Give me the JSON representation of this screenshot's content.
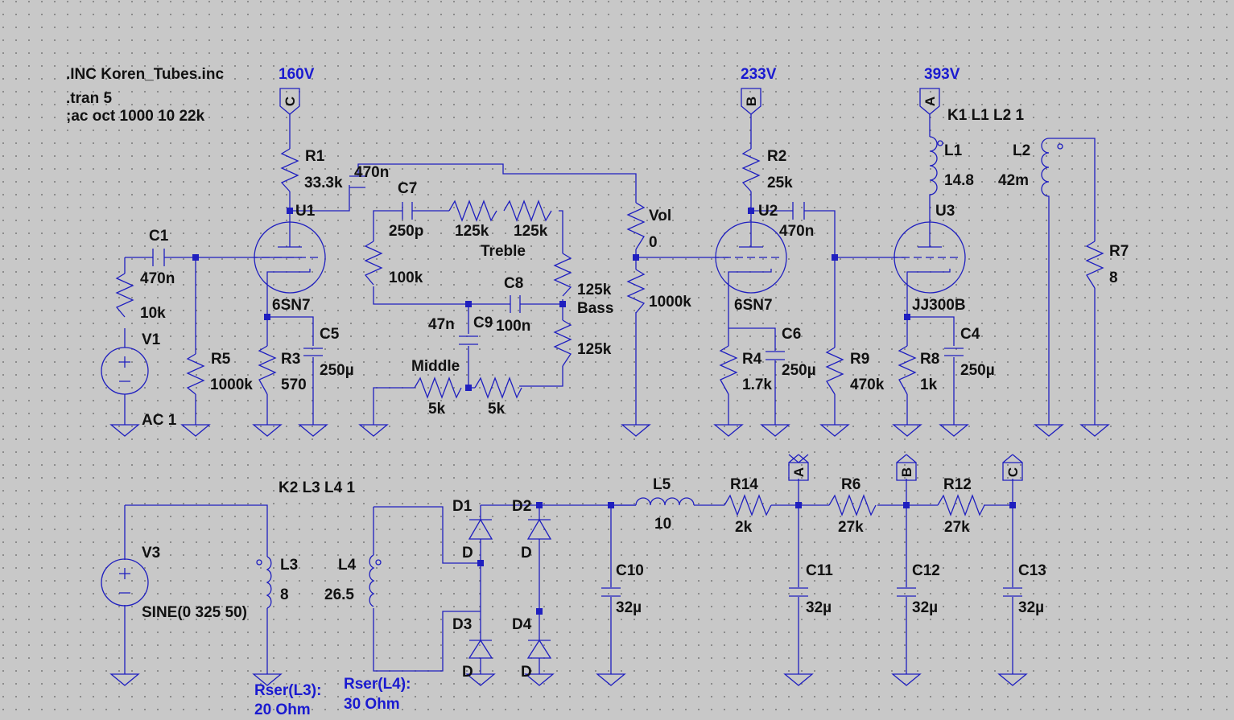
{
  "directives": {
    "inc": ".INC Koren_Tubes.inc",
    "tran": ".tran 5",
    "ac": ";ac oct 1000 10 22k",
    "k1": "K1 L1 L2 1",
    "k2": "K2 L3 L4 1"
  },
  "node_voltages": {
    "c": "160V",
    "b": "233V",
    "a": "393V"
  },
  "net_flags": {
    "a": "A",
    "b": "B",
    "c": "C"
  },
  "components": {
    "r1": {
      "name": "R1",
      "value": "33.3k"
    },
    "r2": {
      "name": "R2",
      "value": "25k"
    },
    "r3": {
      "name": "R3",
      "value": "570"
    },
    "r4": {
      "name": "R4",
      "value": "1.7k"
    },
    "r5": {
      "name": "R5",
      "value": "1000k"
    },
    "r6": {
      "name": "R6",
      "value": "27k"
    },
    "r7": {
      "name": "R7",
      "value": "8"
    },
    "r8": {
      "name": "R8",
      "value": "1k"
    },
    "r9": {
      "name": "R9",
      "value": "470k"
    },
    "r12": {
      "name": "R12",
      "value": "27k"
    },
    "r14": {
      "name": "R14",
      "value": "2k"
    },
    "rin": {
      "value": "10k"
    },
    "c1": {
      "name": "C1",
      "value": "470n"
    },
    "c2": {
      "value": "470n"
    },
    "c3": {
      "value": "470n"
    },
    "c4": {
      "name": "C4",
      "value": "250µ"
    },
    "c5": {
      "name": "C5",
      "value": "250µ"
    },
    "c6": {
      "name": "C6",
      "value": "250µ"
    },
    "c7": {
      "name": "C7",
      "value": "250p"
    },
    "c8": {
      "name": "C8",
      "value": "100n"
    },
    "c9": {
      "name": "C9",
      "value": "47n"
    },
    "c10": {
      "name": "C10",
      "value": "32µ"
    },
    "c11": {
      "name": "C11",
      "value": "32µ"
    },
    "c12": {
      "name": "C12",
      "value": "32µ"
    },
    "c13": {
      "name": "C13",
      "value": "32µ"
    },
    "l1": {
      "name": "L1",
      "value": "14.8"
    },
    "l2": {
      "name": "L2",
      "value": "42m"
    },
    "l3": {
      "name": "L3",
      "value": "8"
    },
    "l4": {
      "name": "L4",
      "value": "26.5"
    },
    "l5": {
      "name": "L5",
      "value": "10"
    },
    "u1": {
      "name": "U1",
      "value": "6SN7"
    },
    "u2": {
      "name": "U2",
      "value": "6SN7"
    },
    "u3": {
      "name": "U3",
      "value": "JJ300B"
    },
    "v1": {
      "name": "V1",
      "value": "AC 1"
    },
    "v3": {
      "name": "V3",
      "value": "SINE(0 325 50)"
    },
    "d1": {
      "name": "D1",
      "value": "D"
    },
    "d2": {
      "name": "D2",
      "value": "D"
    },
    "d3": {
      "name": "D3",
      "value": "D"
    },
    "d4": {
      "name": "D4",
      "value": "D"
    },
    "vol": {
      "name": "Vol",
      "value": "0",
      "lower": "1000k"
    },
    "treble": {
      "name": "Treble",
      "left": "125k",
      "right": "125k"
    },
    "bass": {
      "name": "Bass",
      "top": "125k",
      "bottom": "125k"
    },
    "middle": {
      "name": "Middle",
      "left": "5k",
      "right": "5k"
    },
    "tone_r100k": {
      "value": "100k"
    }
  },
  "spice_notes": {
    "l3_label": "Rser(L3):",
    "l3_value": "20 Ohm",
    "l4_label": "Rser(L4):",
    "l4_value": "30 Ohm"
  }
}
